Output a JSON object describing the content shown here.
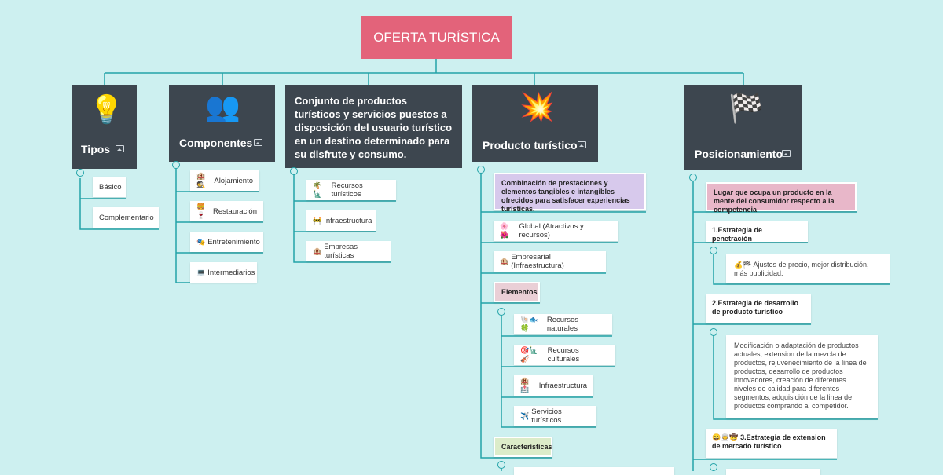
{
  "root": {
    "title": "OFERTA TURÍSTICA"
  },
  "colors": {
    "background": "#cdf0f0",
    "root": "#e3637a",
    "node": "#3d464f",
    "line": "#23a3a8"
  },
  "tipos": {
    "title": "Tipos",
    "icon": "lightbulb-icon",
    "items": [
      "Básico",
      "Complementario"
    ]
  },
  "componentes": {
    "title": "Componentes",
    "icon": "people-icon",
    "items": [
      {
        "emoji": "🏨🕵",
        "label": "Alojamiento"
      },
      {
        "emoji": "🍔🍷",
        "label": "Restauración"
      },
      {
        "emoji": "🎭",
        "label": "Entretenimiento"
      },
      {
        "emoji": "💻",
        "label": "Intermediarios"
      }
    ]
  },
  "conjunto": {
    "text": "Conjunto de productos turísticos y servicios puestos a disposición del usuario turístico en un destino determinado para su disfrute y consumo.",
    "items": [
      {
        "emoji": "🌴🗽",
        "label": "Recursos turísticos"
      },
      {
        "emoji": "🚧",
        "label": "Infraestructura"
      },
      {
        "emoji": "🏨",
        "label": "Empresas turísticas"
      }
    ]
  },
  "producto": {
    "title": "Producto turístico",
    "icon": "explosion-icon",
    "definition": "Combinación de prestaciones  y elementos tangibles e intangibles ofrecidos para satisfacer experiencias turísticas.",
    "global": {
      "emoji": "🌸🌺",
      "label": "Global (Atractivos y recursos)"
    },
    "empresarial": {
      "emoji": "🏨",
      "label": "Empresarial (Infraestructura)"
    },
    "elementos": {
      "label": "Elementos",
      "items": [
        {
          "emoji": "🐚🐟🍀",
          "label": "Recursos naturales"
        },
        {
          "emoji": "🎯🗽🎻",
          "label": "Recursos culturales"
        },
        {
          "emoji": "🏨🏥",
          "label": "Infraestructura"
        },
        {
          "emoji": "✈️",
          "label": "Servicios turísticos"
        }
      ]
    },
    "caracteristicas": {
      "label": "Características"
    }
  },
  "posicionamiento": {
    "title": "Posicionamiento",
    "icon": "checkered-flag-icon",
    "definition": "Lugar que ocupa un producto en la mente del consumidor respecto a la competencia",
    "estrategia1": {
      "label": "1.Estrategia de penetración",
      "detail_emoji": "💰🏁",
      "detail": "Ajustes de precio, mejor distribución, más publicidad."
    },
    "estrategia2": {
      "label": "2.Estrategia de desarrollo de producto turístico",
      "detail": "Modificación o adaptación de productos actuales, extension de la mezcla de productos, rejuvenecimiento de la linea de productos, desarrollo de productos innovadores, creación de diferentes niveles de calidad para diferentes segmentos, adquisición de la linea de productos comprando al competidor."
    },
    "estrategia3": {
      "emoji": "😀👳🤠",
      "label": "3.Estrategia de extension de mercado turístico"
    }
  }
}
